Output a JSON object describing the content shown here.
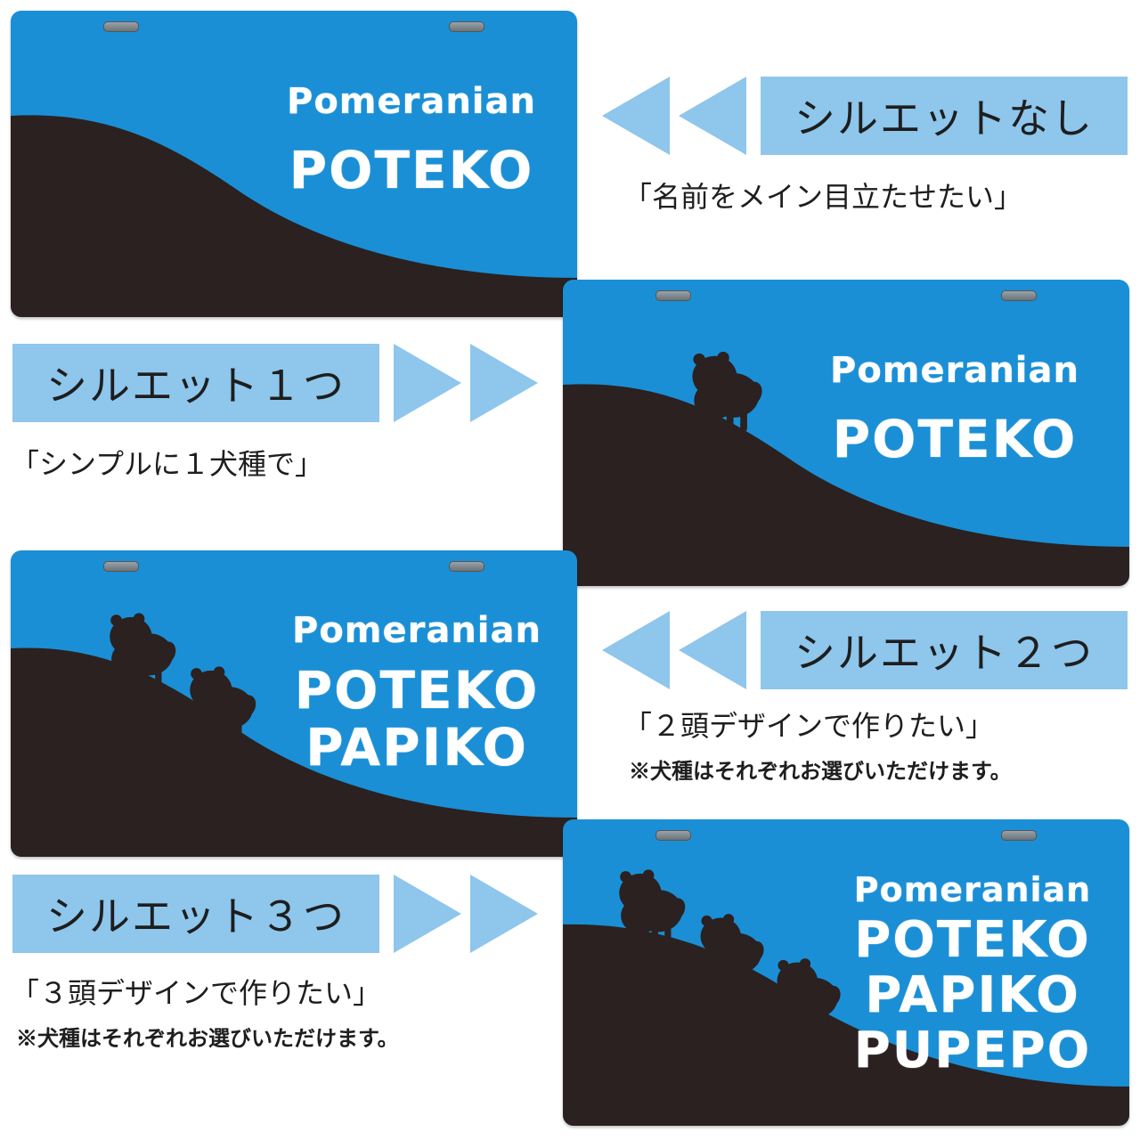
{
  "colors": {
    "plate_blue": "#1a8fd6",
    "ground_dark": "#2a2120",
    "label_blue": "#8ec6ec"
  },
  "options": [
    {
      "label": "シルエットなし",
      "caption": "「名前をメイン目立たせたい」",
      "note": "",
      "breed": "Pomeranian",
      "names": [
        "POTEKO"
      ],
      "silhouettes": 0
    },
    {
      "label": "シルエット１つ",
      "caption": "「シンプルに１犬種で」",
      "note": "",
      "breed": "Pomeranian",
      "names": [
        "POTEKO"
      ],
      "silhouettes": 1
    },
    {
      "label": "シルエット２つ",
      "caption": "「２頭デザインで作りたい」",
      "note": "※犬種はそれぞれお選びいただけます。",
      "breed": "Pomeranian",
      "names": [
        "POTEKO",
        "PAPIKO"
      ],
      "silhouettes": 2
    },
    {
      "label": "シルエット３つ",
      "caption": "「３頭デザインで作りたい」",
      "note": "※犬種はそれぞれお選びいただけます。",
      "breed": "Pomeranian",
      "names": [
        "POTEKO",
        "PAPIKO",
        "PUPEPO"
      ],
      "silhouettes": 3
    }
  ],
  "dog_silhouette_icon": "pomeranian-silhouette-icon",
  "arrow_icon": "double-triangle-arrow-icon"
}
